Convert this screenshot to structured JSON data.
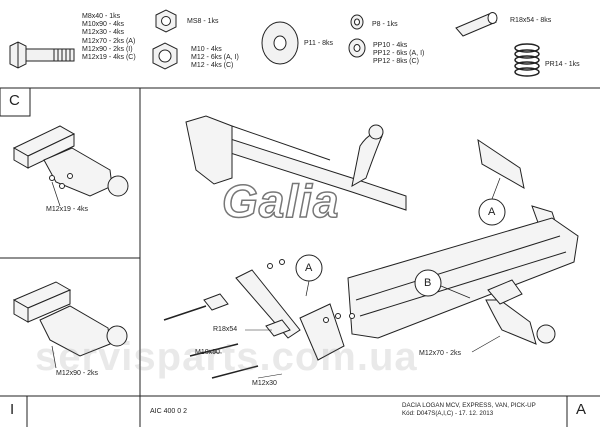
{
  "parts": {
    "bolts": [
      "M8x40 - 1ks",
      "M10x90 - 4ks",
      "M12x30 - 4ks",
      "M12x70 - 2ks (A)",
      "M12x90 - 2ks (I)",
      "M12x19 - 4ks (C)"
    ],
    "nuts": [
      "MS8 - 1ks"
    ],
    "nuts2": [
      "M10 - 4ks",
      "M12 - 6ks (A, I)",
      "M12 - 4ks (C)"
    ],
    "washer_large": "P11 - 8ks",
    "washers": [
      "P8 - 1ks"
    ],
    "washers2": [
      "PP10 - 4ks",
      "PP12 - 6ks (A, I)",
      "PP12 - 8ks (C)"
    ],
    "spacer": "R18x54 - 8ks",
    "spring": "PR14 - 1ks"
  },
  "panels": {
    "c": "C",
    "i": "I",
    "a": "A"
  },
  "callouts": {
    "a1": "A",
    "a2": "A",
    "b": "B"
  },
  "labels": {
    "c_bolt": "M12x19 - 4ks",
    "i_bolt": "M12x90 - 2ks",
    "r18": "R18x54",
    "m10": "M10x90",
    "m12x30": "M12x30",
    "m12x70": "M12x70 - 2ks"
  },
  "brand": "Galia",
  "watermark": "servisparts.com.ua",
  "footer": {
    "code": "AIC 400 0 2",
    "vehicle": "DACIA LOGAN MCV, EXPRESS, VAN, PICK-UP",
    "kod": "Kód: D047S(A,I,C) - 17. 12. 2013"
  }
}
